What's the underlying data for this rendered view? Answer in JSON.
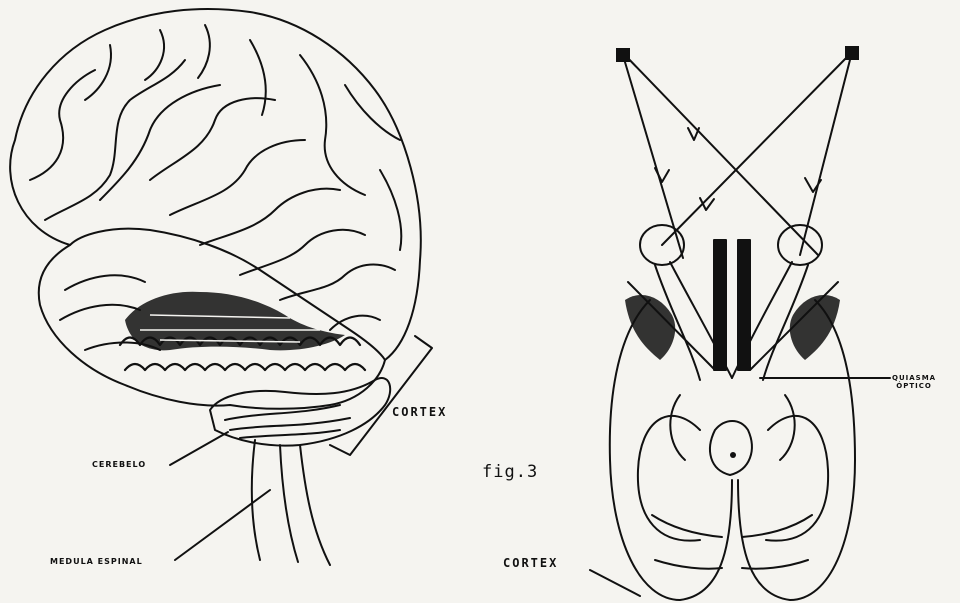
{
  "labels": {
    "cortex_left": "CORTEX",
    "cerebelo": "CEREBELO",
    "medula": "MEDULA ESPINAL",
    "fig": "fig.3",
    "cortex_right": "CORTEX",
    "quiasma_1": "QUIASMA",
    "quiasma_2": "ÓPTICO"
  },
  "colors": {
    "ink": "#111111",
    "paper": "#f5f4f0"
  }
}
